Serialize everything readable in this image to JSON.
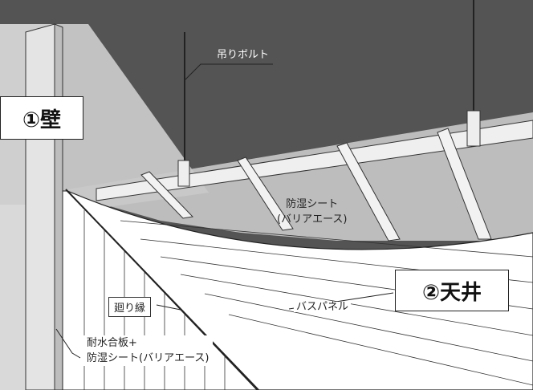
{
  "labels": {
    "wall": "①壁",
    "ceiling": "②天井",
    "hanging_bolt": "吊りボルト",
    "vapor_sheet_line1": "防湿シート",
    "vapor_sheet_line2": "(バリアエース)",
    "bath_panel": "バスパネル",
    "edge_trim": "廻り縁",
    "plywood_line1": "耐水合板+",
    "plywood_line2": "防湿シート(バリアエース)"
  },
  "colors": {
    "dark_background": "#545454",
    "wall_light": "#d2d2d2",
    "wall_shade": "#b9b9b9",
    "panel_white": "#ffffff",
    "sheet_translucent": "#c9c9c9",
    "line": "#222222"
  }
}
